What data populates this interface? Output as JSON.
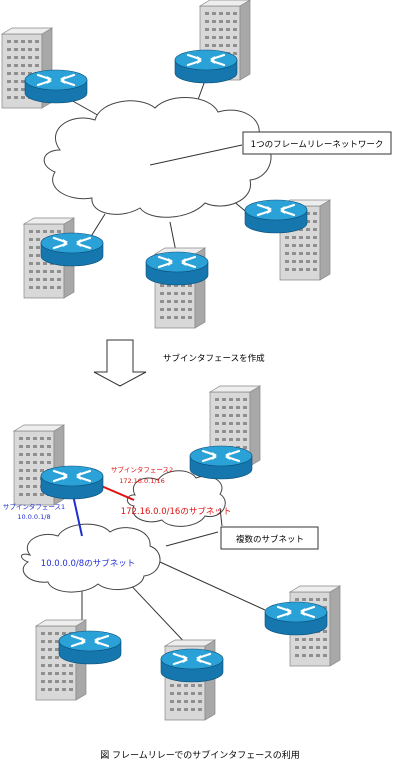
{
  "top_diagram": {
    "network_callout": "1つのフレームリレーネットワーク"
  },
  "transition": {
    "label": "サブインタフェースを作成"
  },
  "bottom_diagram": {
    "subif2_name": "サブインタフェース2",
    "subif2_addr": "172.16.0.1/16",
    "subif1_name": "サブインタフェース1",
    "subif1_addr": "10.0.0.1/8",
    "subnet_172": "172.16.0.0/16のサブネット",
    "subnet_10": "10.0.0.0/8のサブネット",
    "multi_subnet_callout": "複数のサブネット"
  },
  "caption": "図 フレームリレーでのサブインタフェースの利用",
  "colors": {
    "router_body": "#1c8fc9",
    "router_top": "#2aa6dc",
    "building_front": "#d7d7d7",
    "building_side": "#aaaaaa",
    "red_link": "#e01010",
    "blue_link": "#1e2fd0",
    "red_text": "#e01010",
    "blue_text": "#1e2fd0"
  }
}
